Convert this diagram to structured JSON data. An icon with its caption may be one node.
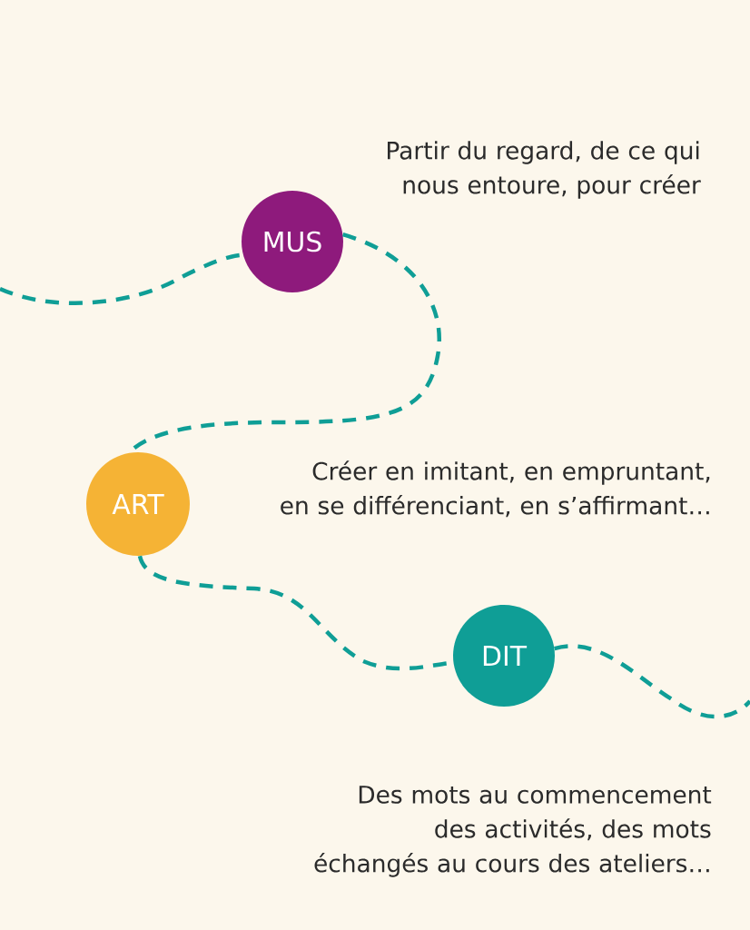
{
  "diagram": {
    "nodes": [
      {
        "text": [
          "MUS"
        ],
        "beside": [
          "Partir du regard, de ce qui nous entoure, pour créer"
        ]
      },
      {
        "text": [
          "ART"
        ],
        "beside": [
          "Créer en imitant, en empruntant, en se différenciant, en s’affirmant…"
        ]
      },
      {
        "text": [
          "DIT"
        ],
        "beside": [
          "Des mots au commencement des activités, des mots échangés au cours des ateliers…"
        ]
      }
    ],
    "edges": [
      {
        "from": null,
        "to": 0,
        "arrow": "none",
        "style": "dashed"
      },
      {
        "from": 0,
        "to": 1,
        "arrow": "none",
        "style": "dashed"
      },
      {
        "from": 1,
        "to": 2,
        "arrow": "none",
        "style": "dashed"
      },
      {
        "from": 2,
        "to": null,
        "arrow": "none",
        "style": "dashed"
      }
    ]
  }
}
